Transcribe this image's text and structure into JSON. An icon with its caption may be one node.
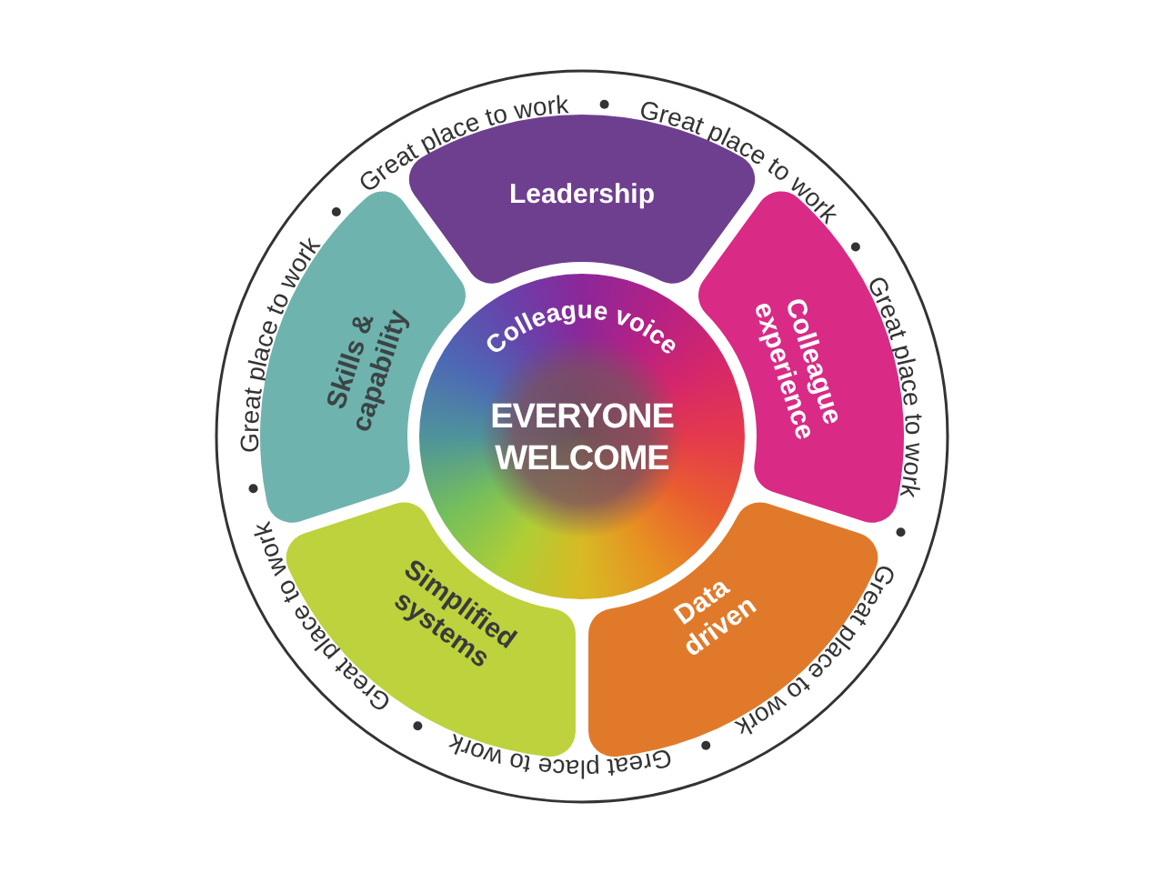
{
  "diagram": {
    "nodes": [
      {
        "text": [
          "Leadership"
        ]
      },
      {
        "text": [
          "Colleague experience"
        ]
      },
      {
        "text": [
          "Data driven"
        ]
      },
      {
        "text": [
          "Simplified systems"
        ]
      },
      {
        "text": [
          "Skills & capability"
        ]
      },
      {
        "text": [
          "Colleague voice"
        ]
      },
      {
        "text": [
          "EVERYONE WELCOME"
        ],
        "in": 5
      }
    ],
    "labels": [
      "Great place to work",
      "Great place to work",
      "Great place to work",
      "Great place to work",
      "Great place to work",
      "Great place to work",
      "Great place to work"
    ]
  }
}
